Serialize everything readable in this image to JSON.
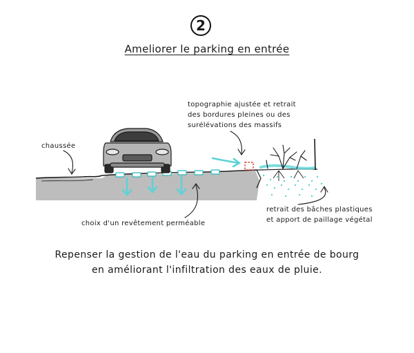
{
  "header": {
    "step_number": "2",
    "title": "Ameliorer le parking en entrée"
  },
  "annotations": {
    "roadway": "chaussée",
    "topography_line1": "topographie ajustée et retrait",
    "topography_line2": "des bordures pleines ou des",
    "topography_line3": "surélévations des massifs",
    "tarps_line1": "retrait des bâches plastiques",
    "tarps_line2": "et apport de paillage végétal",
    "surface": "choix d'un revêtement perméable"
  },
  "caption": {
    "line1": "Repenser la gestion de l'eau du parking en entrée de bourg",
    "line2": "en améliorant l'infiltration des eaux de pluie."
  },
  "colors": {
    "water": "#5dd3d6",
    "ground": "#bdbdbd",
    "ink": "#1a1a1a",
    "accent_red": "#d9362b"
  }
}
